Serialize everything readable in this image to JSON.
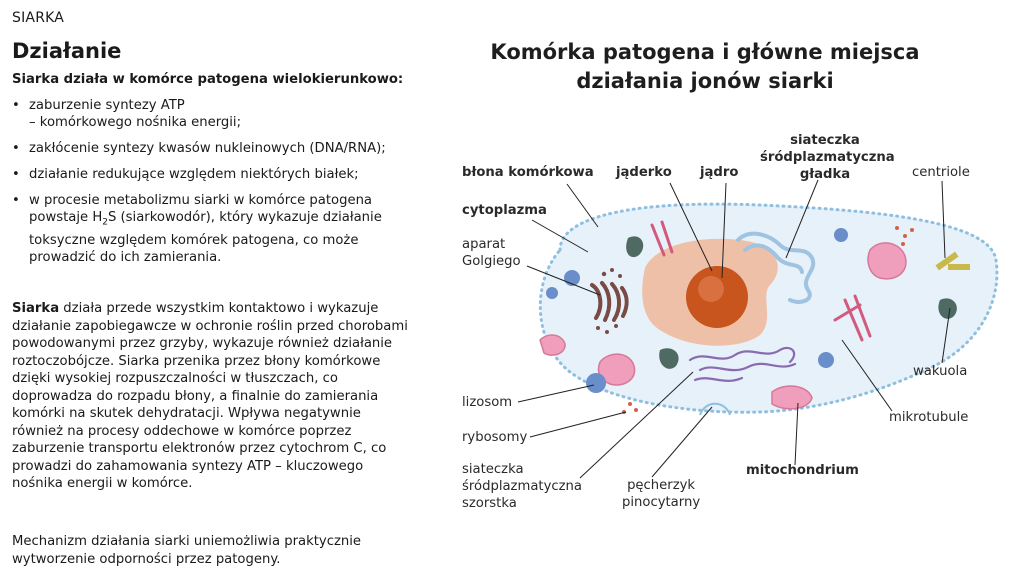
{
  "header_tag": "SIARKA",
  "section_title": "Działanie",
  "lead": "Siarka działa w komórce patogena wielokierunkowo:",
  "bullets": {
    "b1_line1": "zaburzenie syntezy ATP",
    "b1_line2": "– komórkowego nośnika energii;",
    "b2": "zakłócenie syntezy kwasów nukleinowych (DNA/RNA);",
    "b3": "działanie redukujące względem niektórych białek;",
    "b4_a": "w procesie metabolizmu siarki w komórce patogena powstaje H",
    "b4_sub": "2",
    "b4_b": "S (siarkowodór), który wykazuje działanie toksyczne względem komórek patogena, co może prowadzić do ich zamierania."
  },
  "paragraph1": {
    "bold": "Siarka",
    "text": " działa przede wszystkim kontaktowo i wykazuje działanie zapobiegawcze w ochronie roślin przed chorobami powodowanymi przez grzyby, wykazuje również działanie roztoczobójcze. Siarka przenika przez błony komórkowe dzięki wysokiej rozpuszczalności w tłuszczach, co doprowadza do rozpadu błony, a finalnie do zamierania komórki na skutek dehydratacji. Wpływa negatywnie również na procesy oddechowe w komórce poprzez zaburzenie transportu elektronów przez cytochrom C, co prowadzi do zahamowania syntezy ATP – kluczowego nośnika energii w komórce."
  },
  "paragraph2": "Mechanizm działania siarki uniemożliwia praktycznie wytworzenie odporności przez patogeny.",
  "diagram": {
    "title_line1": "Komórka patogena i główne miejsca",
    "title_line2": "działania jonów siarki",
    "labels": {
      "blona": "błona komórkowa",
      "jaderko": "jąderko",
      "jadro": "jądro",
      "siateczka_gladka_1": "siateczka",
      "siateczka_gladka_2": "śródplazmatyczna",
      "siateczka_gladka_3": "gładka",
      "centriole": "centriole",
      "cytoplazma": "cytoplazma",
      "golgi_1": "aparat",
      "golgi_2": "Golgiego",
      "wakuola": "wakuola",
      "mikrotubule": "mikrotubule",
      "lizosom": "lizosom",
      "rybosomy": "rybosomy",
      "mitochondrium": "mitochondrium",
      "szorstka_1": "siateczka",
      "szorstka_2": "śródplazmatyczna",
      "szorstka_3": "szorstka",
      "pecherzyk_1": "pęcherzyk",
      "pecherzyk_2": "pinocytarny"
    },
    "colors": {
      "cytoplasm": "#e6f1f9",
      "membrane": "#8fbfe0",
      "nucleus": "#efc0a8",
      "nucleolus": "#c8541e",
      "mitochondria": "#ef9ebb",
      "golgi": "#7a4a44",
      "lysosome": "#6a8ec9",
      "vacuole": "#4f6a62",
      "centrioles": "#c9b84a",
      "microtubules": "#d25a7e",
      "er_rough": "#8a6bb0",
      "er_smooth": "#9fc3e0"
    }
  }
}
